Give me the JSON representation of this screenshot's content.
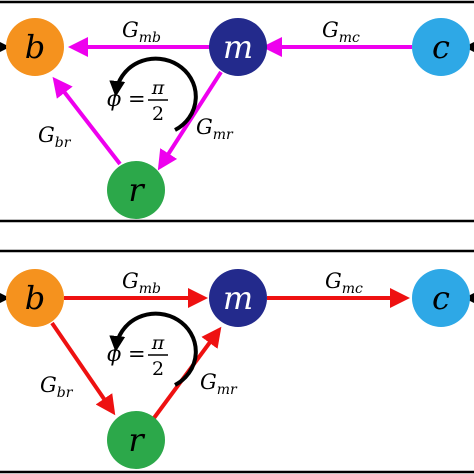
{
  "colors": {
    "top_edge": "#ee00ee",
    "bottom_edge": "#ee1111",
    "node_b": "#f5921e",
    "node_m": "#232a8c",
    "node_c": "#2ea8e6",
    "node_r": "#2ca84a",
    "frame": "#000000"
  },
  "panels": [
    {
      "nodes": {
        "b": "b",
        "m": "m",
        "c": "c",
        "r": "r"
      },
      "edges": {
        "mb": "G",
        "mb_sub": "mb",
        "mc": "G",
        "mc_sub": "mc",
        "mr": "G",
        "mr_sub": "mr",
        "br": "G",
        "br_sub": "br"
      },
      "phase": {
        "lhs": "ϕ =",
        "num": "π",
        "den": "2"
      }
    },
    {
      "nodes": {
        "b": "b",
        "m": "m",
        "c": "c",
        "r": "r"
      },
      "edges": {
        "mb": "G",
        "mb_sub": "mb",
        "mc": "G",
        "mc_sub": "mc",
        "mr": "G",
        "mr_sub": "mr",
        "br": "G",
        "br_sub": "br"
      },
      "phase": {
        "lhs": "ϕ =",
        "num": "π",
        "den": "2"
      }
    }
  ]
}
